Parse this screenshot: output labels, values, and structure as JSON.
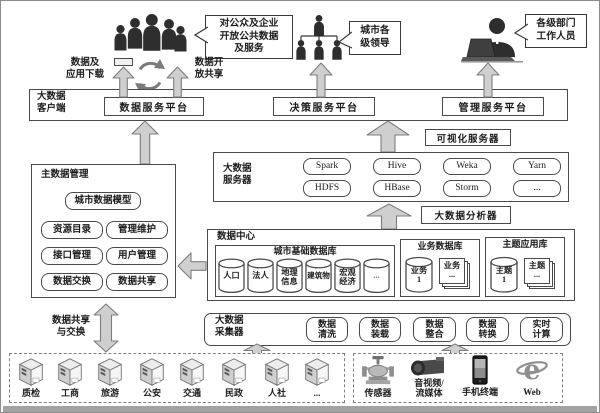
{
  "colors": {
    "box_border": "#4a4a4a",
    "arrow_fill": "#cfcfcf",
    "arrow_stroke": "#7d7d7d",
    "icon_dark": "#2e2e2e",
    "background": "#ffffff"
  },
  "icons": {
    "public_users": "crowd-silhouette",
    "city_leaders": "org-hierarchy-people",
    "department_staff": "person-with-laptop",
    "data_cycle": "circular-arrows",
    "department_source": "server-cube",
    "sensor": "pipeline-valve",
    "av_media": "video-camera",
    "mobile": "smartphone",
    "web": "e-browser"
  },
  "top_users": {
    "public_callout": "对公众及企业\n开放公共数据\n及服务",
    "leaders_callout": "城市各\n级领导",
    "staff_callout": "各级部门\n工作人员"
  },
  "flow_labels": {
    "download": "数据及\n应用下载",
    "open_share": "数据开\n放共享",
    "share_exchange": "数据共享\n与交换"
  },
  "client": {
    "title": "大数据\n客户端",
    "platforms": [
      "数据服务平台",
      "决策服务平台",
      "管理服务平台"
    ]
  },
  "visualization_server": "可视化服务器",
  "bigdata_server": {
    "title": "大数据\n服务器",
    "tools": [
      [
        "Spark",
        "Hive",
        "Weka",
        "Yarn"
      ],
      [
        "HDFS",
        "HBase",
        "Storm",
        "..."
      ]
    ]
  },
  "bigdata_analyzer": "大数据分析器",
  "master_data": {
    "title": "主数据管理",
    "model": "城市数据模型",
    "functions": [
      "资源目录",
      "管理维护",
      "接口管理",
      "用户管理",
      "数据交换",
      "数据共享"
    ]
  },
  "data_center": {
    "title": "数据中心",
    "city_base_db": {
      "title": "城市基础数据库",
      "databases": [
        "人口",
        "法人",
        "地理\n信息",
        "建筑物",
        "宏观\n经济",
        "..."
      ]
    },
    "business_db": {
      "title": "业务数据库",
      "db1": "业务\n1",
      "dbn": "业务\n..."
    },
    "theme_db": {
      "title": "主题应用库",
      "db1": "主题\n1",
      "dbn": "主题\n..."
    }
  },
  "collector": {
    "title": "大数据\n采集器",
    "steps": [
      "数据\n清洗",
      "数据\n装载",
      "数据\n整合",
      "数据\n转换",
      "实时\n计算"
    ]
  },
  "sources": {
    "departments": [
      "质检",
      "工商",
      "旅游",
      "公安",
      "交通",
      "民政",
      "人社",
      "..."
    ],
    "channels": [
      "传感器",
      "音视频/\n流媒体",
      "手机终端",
      "Web"
    ]
  }
}
